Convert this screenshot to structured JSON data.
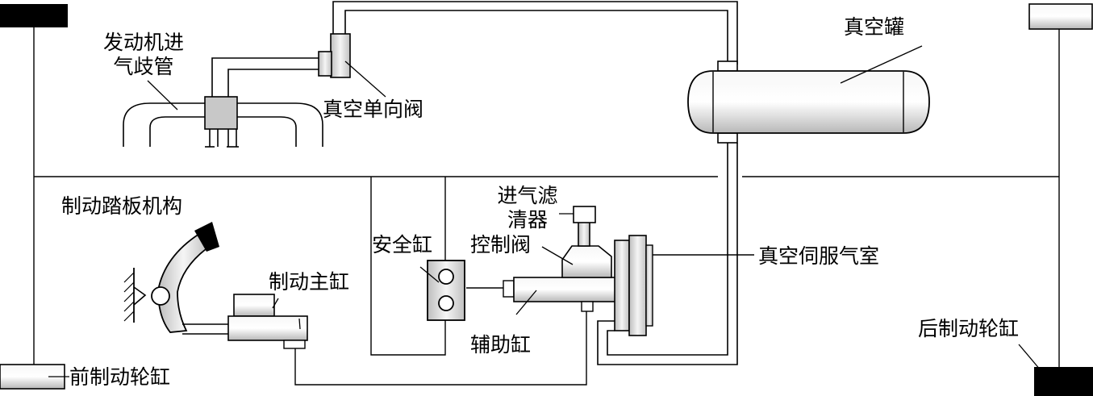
{
  "labels": {
    "intake_manifold_line1": "发动机进",
    "intake_manifold_line2": "气歧管",
    "check_valve": "真空单向阀",
    "vacuum_tank": "真空罐",
    "air_filter_line1": "进气滤",
    "air_filter_line2": "清器",
    "control_valve": "控制阀",
    "safety_cylinder": "安全缸",
    "pedal_mechanism": "制动踏板机构",
    "master_cylinder": "制动主缸",
    "servo_chamber": "真空伺服气室",
    "auxiliary_cylinder": "辅助缸",
    "rear_wheel_cylinder": "后制动轮缸",
    "front_wheel_cylinder": "前制动轮缸"
  },
  "colors": {
    "line": "#000000",
    "component_fill": "#d9d9d9",
    "wheel_dark": "#000000",
    "background": "#ffffff"
  },
  "icons": {
    "ground_hatch": "hatched-wall-icon"
  }
}
